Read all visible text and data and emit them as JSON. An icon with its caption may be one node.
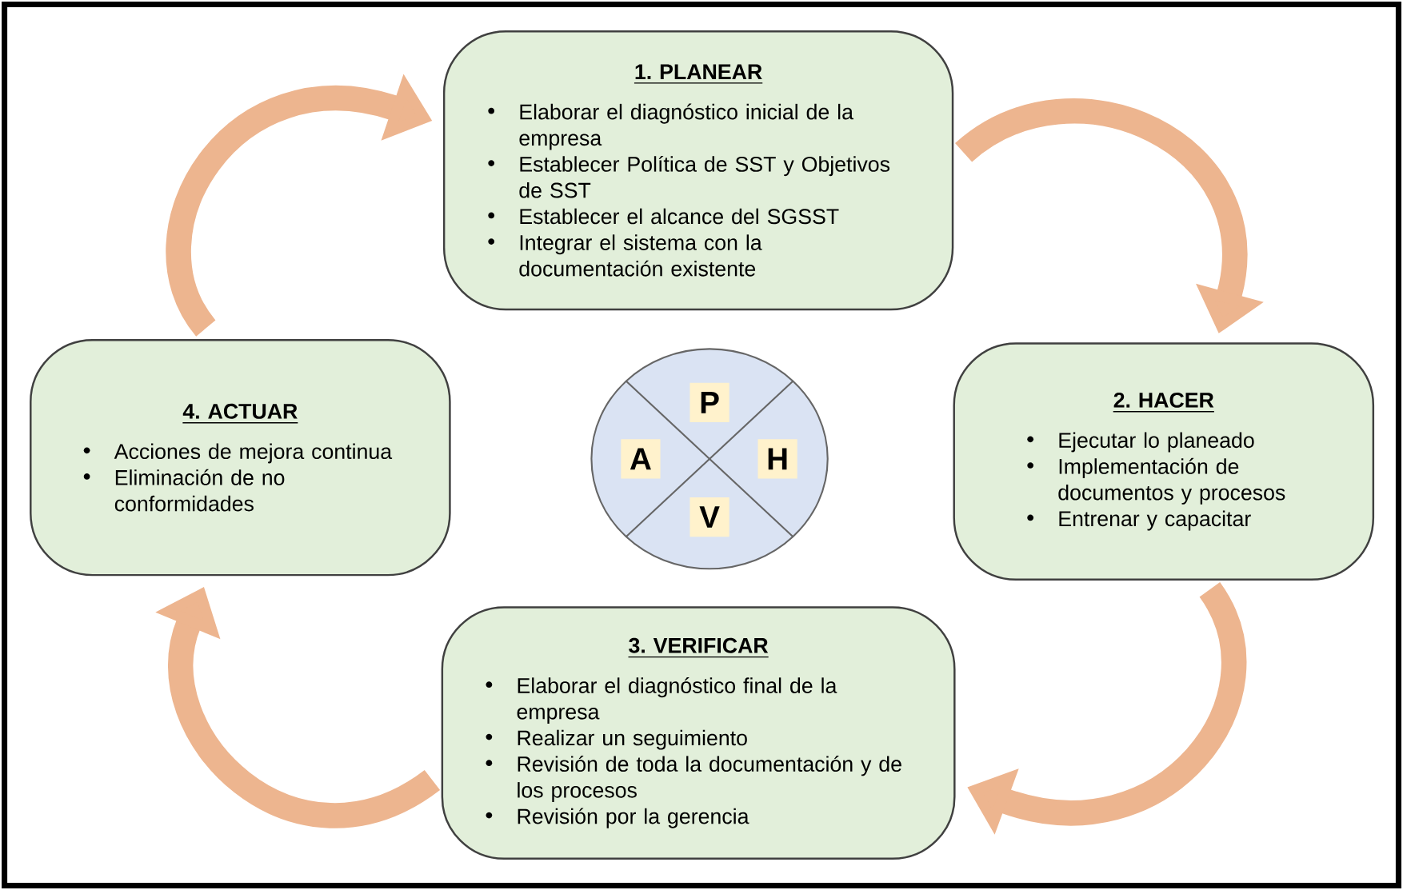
{
  "diagram": {
    "nodes": [
      {
        "text": [
          "1. PLANEAR",
          "Elaborar el diagnóstico inicial de la empresa",
          "Establecer Política de SST y Objetivos de SST",
          "Establecer el alcance del SGSST",
          "Integrar el sistema con la documentación existente"
        ]
      },
      {
        "text": [
          "2. HACER",
          "Ejecutar lo planeado",
          "Implementación de documentos y procesos",
          "Entrenar y capacitar"
        ]
      },
      {
        "text": [
          "3. VERIFICAR",
          "Elaborar el diagnóstico final de la empresa",
          "Realizar un seguimiento",
          "Revisión de toda la documentación y de los procesos",
          "Revisión por la gerencia"
        ]
      },
      {
        "text": [
          "4. ACTUAR",
          "Acciones de mejora continua",
          "Eliminación de no conformidades"
        ]
      },
      {
        "text": [
          "P",
          "A",
          "H",
          "V"
        ]
      }
    ],
    "edges": [
      {
        "from": 3,
        "to": 0,
        "arrow": "to"
      },
      {
        "from": 0,
        "to": 1,
        "arrow": "to"
      },
      {
        "from": 1,
        "to": 2,
        "arrow": "to"
      },
      {
        "from": 2,
        "to": 3,
        "arrow": "to"
      }
    ]
  }
}
